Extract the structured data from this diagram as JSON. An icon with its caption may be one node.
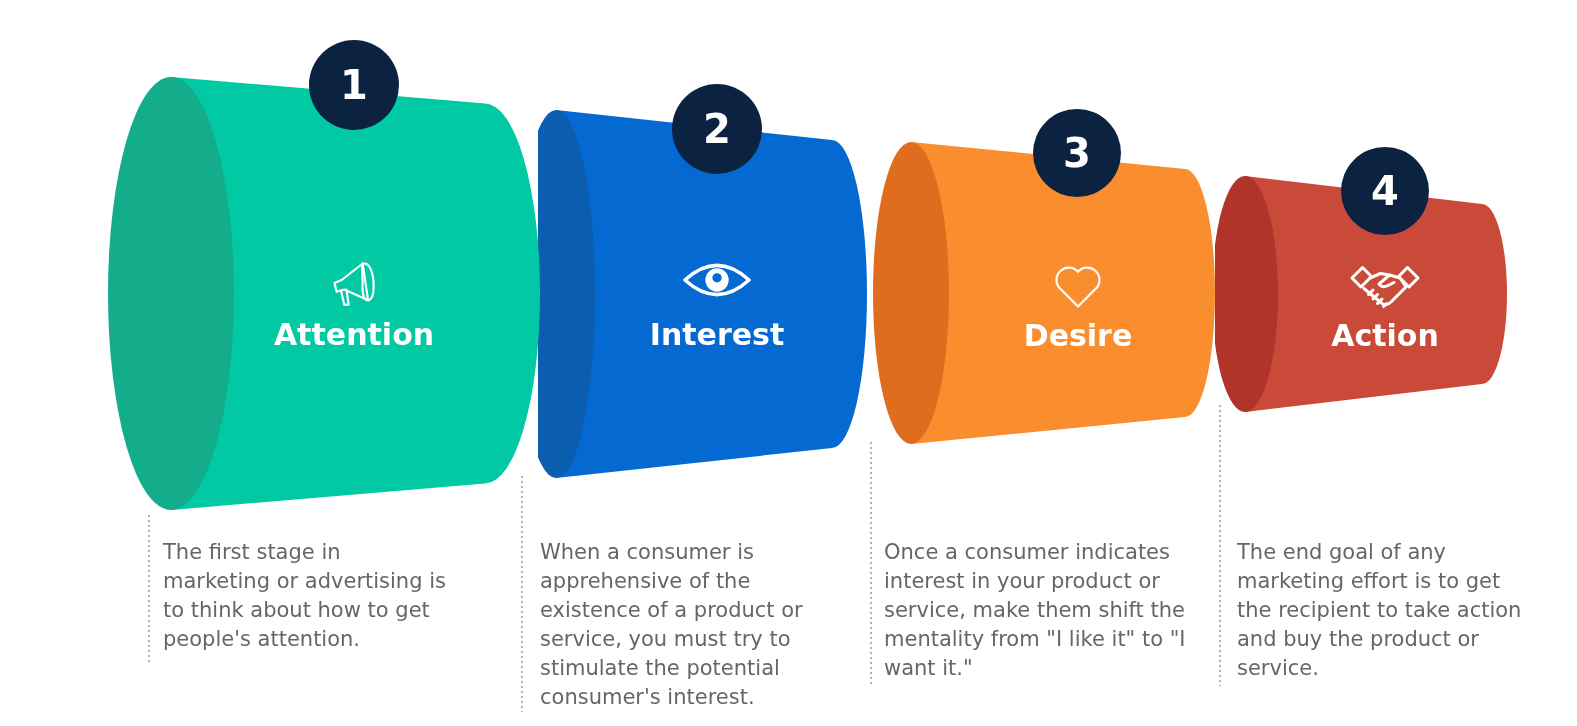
{
  "diagram": {
    "nodes": [
      {
        "text": [
          "1"
        ]
      },
      {
        "text": [
          "Attention"
        ]
      },
      {
        "text": [
          "2"
        ]
      },
      {
        "text": [
          "Interest"
        ]
      },
      {
        "text": [
          "3"
        ]
      },
      {
        "text": [
          "Desire"
        ]
      },
      {
        "text": [
          "4"
        ]
      },
      {
        "text": [
          "Action"
        ]
      }
    ],
    "labels": [
      "The first stage in marketing or advertising is to think about how to get people's attention.",
      "When a consumer is apprehensive of the existence of a product or service, you must try to stimulate the potential consumer's interest.",
      "Once a consumer indicates interest in your product or service, make them shift the mentality from \"I like it\" to \"I want it.\"",
      "The end goal of any marketing effort is to get the recipient to take action and buy the product or service."
    ]
  }
}
